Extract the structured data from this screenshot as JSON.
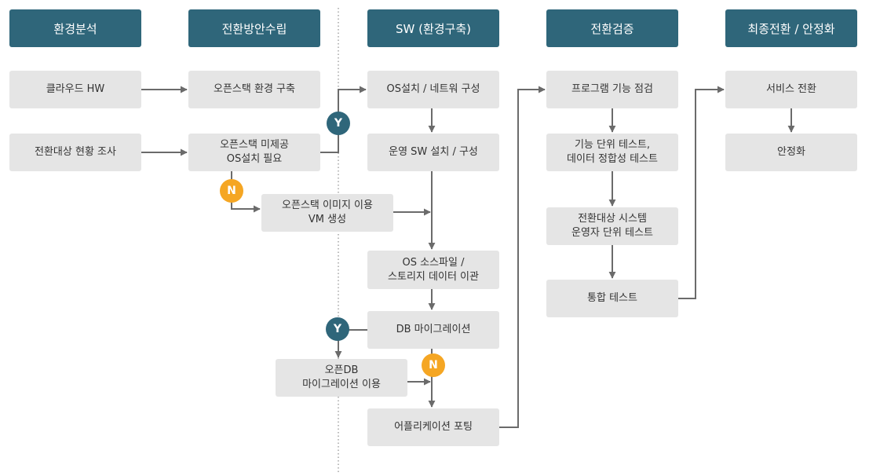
{
  "headers": [
    "환경분석",
    "전환방안수립",
    "SW (환경구축)",
    "전환검증",
    "최종전환 / 안정화"
  ],
  "nodes": {
    "cloud_hw": [
      "클라우드 HW"
    ],
    "survey": [
      "전환대상 현황 조사"
    ],
    "os_env": [
      "오픈스택 환경 구축"
    ],
    "os_unsupported": [
      "오픈스택 미제공",
      "OS설치 필요"
    ],
    "os_image": [
      "오픈스택 이미지 이용",
      "VM 생성"
    ],
    "os_install": [
      "OS설치 / 네트워 구성"
    ],
    "sw_install": [
      "운영 SW 설치 / 구성"
    ],
    "fs_migrate": [
      "OS 소스파일 /",
      "스토리지 데이터 이관"
    ],
    "db_migrate": [
      "DB 마이그레이션"
    ],
    "open_db": [
      "오픈DB",
      "마이그레이션 이용"
    ],
    "app_port": [
      "어플리케이션 포팅"
    ],
    "func_check": [
      "프로그램 기능 점검"
    ],
    "unit_test": [
      "기능 단위 테스트,",
      "데이터 정합성 테스트"
    ],
    "op_test": [
      "전환대상 시스템",
      "운영자 단위 테스트"
    ],
    "integ_test": [
      "통합 테스트"
    ],
    "service_switch": [
      "서비스 전환"
    ],
    "stabilize": [
      "안정화"
    ]
  },
  "badges": {
    "yes": "Y",
    "no": "N"
  },
  "colors": {
    "header_bg": "#2f667a",
    "box_bg": "#e5e5e5",
    "arrow": "#6b6b6b",
    "badge_yes": "#2f667a",
    "badge_no": "#f5a623",
    "divider": "#777777"
  }
}
